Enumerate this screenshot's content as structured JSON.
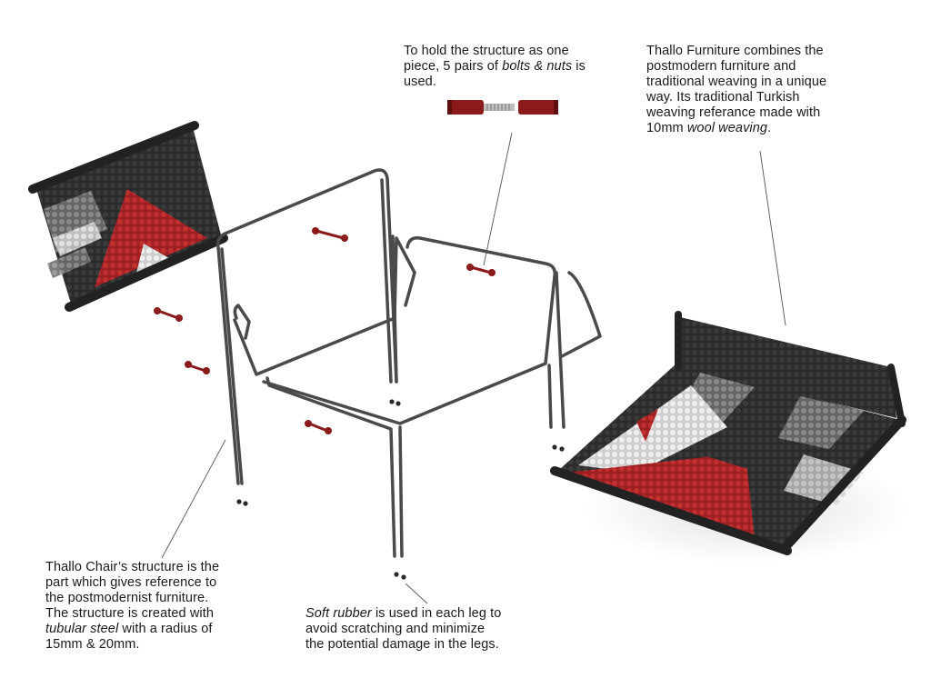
{
  "callouts": {
    "bolts": {
      "line1": "To hold the structure as one",
      "line2_pre": "piece, 5 pairs of ",
      "line2_em": "bolts & nuts",
      "line2_post": " is",
      "line3": "used."
    },
    "furniture": {
      "line1": "Thallo Furniture combines the",
      "line2": "postmodern furniture and",
      "line3": "traditional weaving in a unique",
      "line4": "way. Its traditional Turkish",
      "line5": "weaving referance made with",
      "line6_pre": "10mm ",
      "line6_em": "wool weaving",
      "line6_post": "."
    },
    "structure": {
      "line1": "Thallo Chair’s structure is the",
      "line2": "part which gives reference to",
      "line3": "the postmodernist furniture.",
      "line4": "The structure is created with",
      "line5_em": "tubular steel",
      "line5_post": " with a radius of",
      "line6": "15mm & 20mm."
    },
    "rubber": {
      "line1_em": "Soft rubber",
      "line1_post": " is used in each leg to",
      "line2": "avoid scratching and minimize",
      "line3": "the potential damage in the legs."
    }
  },
  "colors": {
    "steel": "#4a4a4a",
    "weave_dark": "#2d2d2d",
    "weave_red": "#b3272b",
    "weave_light": "#e4e4e4",
    "weave_grey": "#8a8a8a",
    "bolt_red": "#8b1a1a"
  }
}
